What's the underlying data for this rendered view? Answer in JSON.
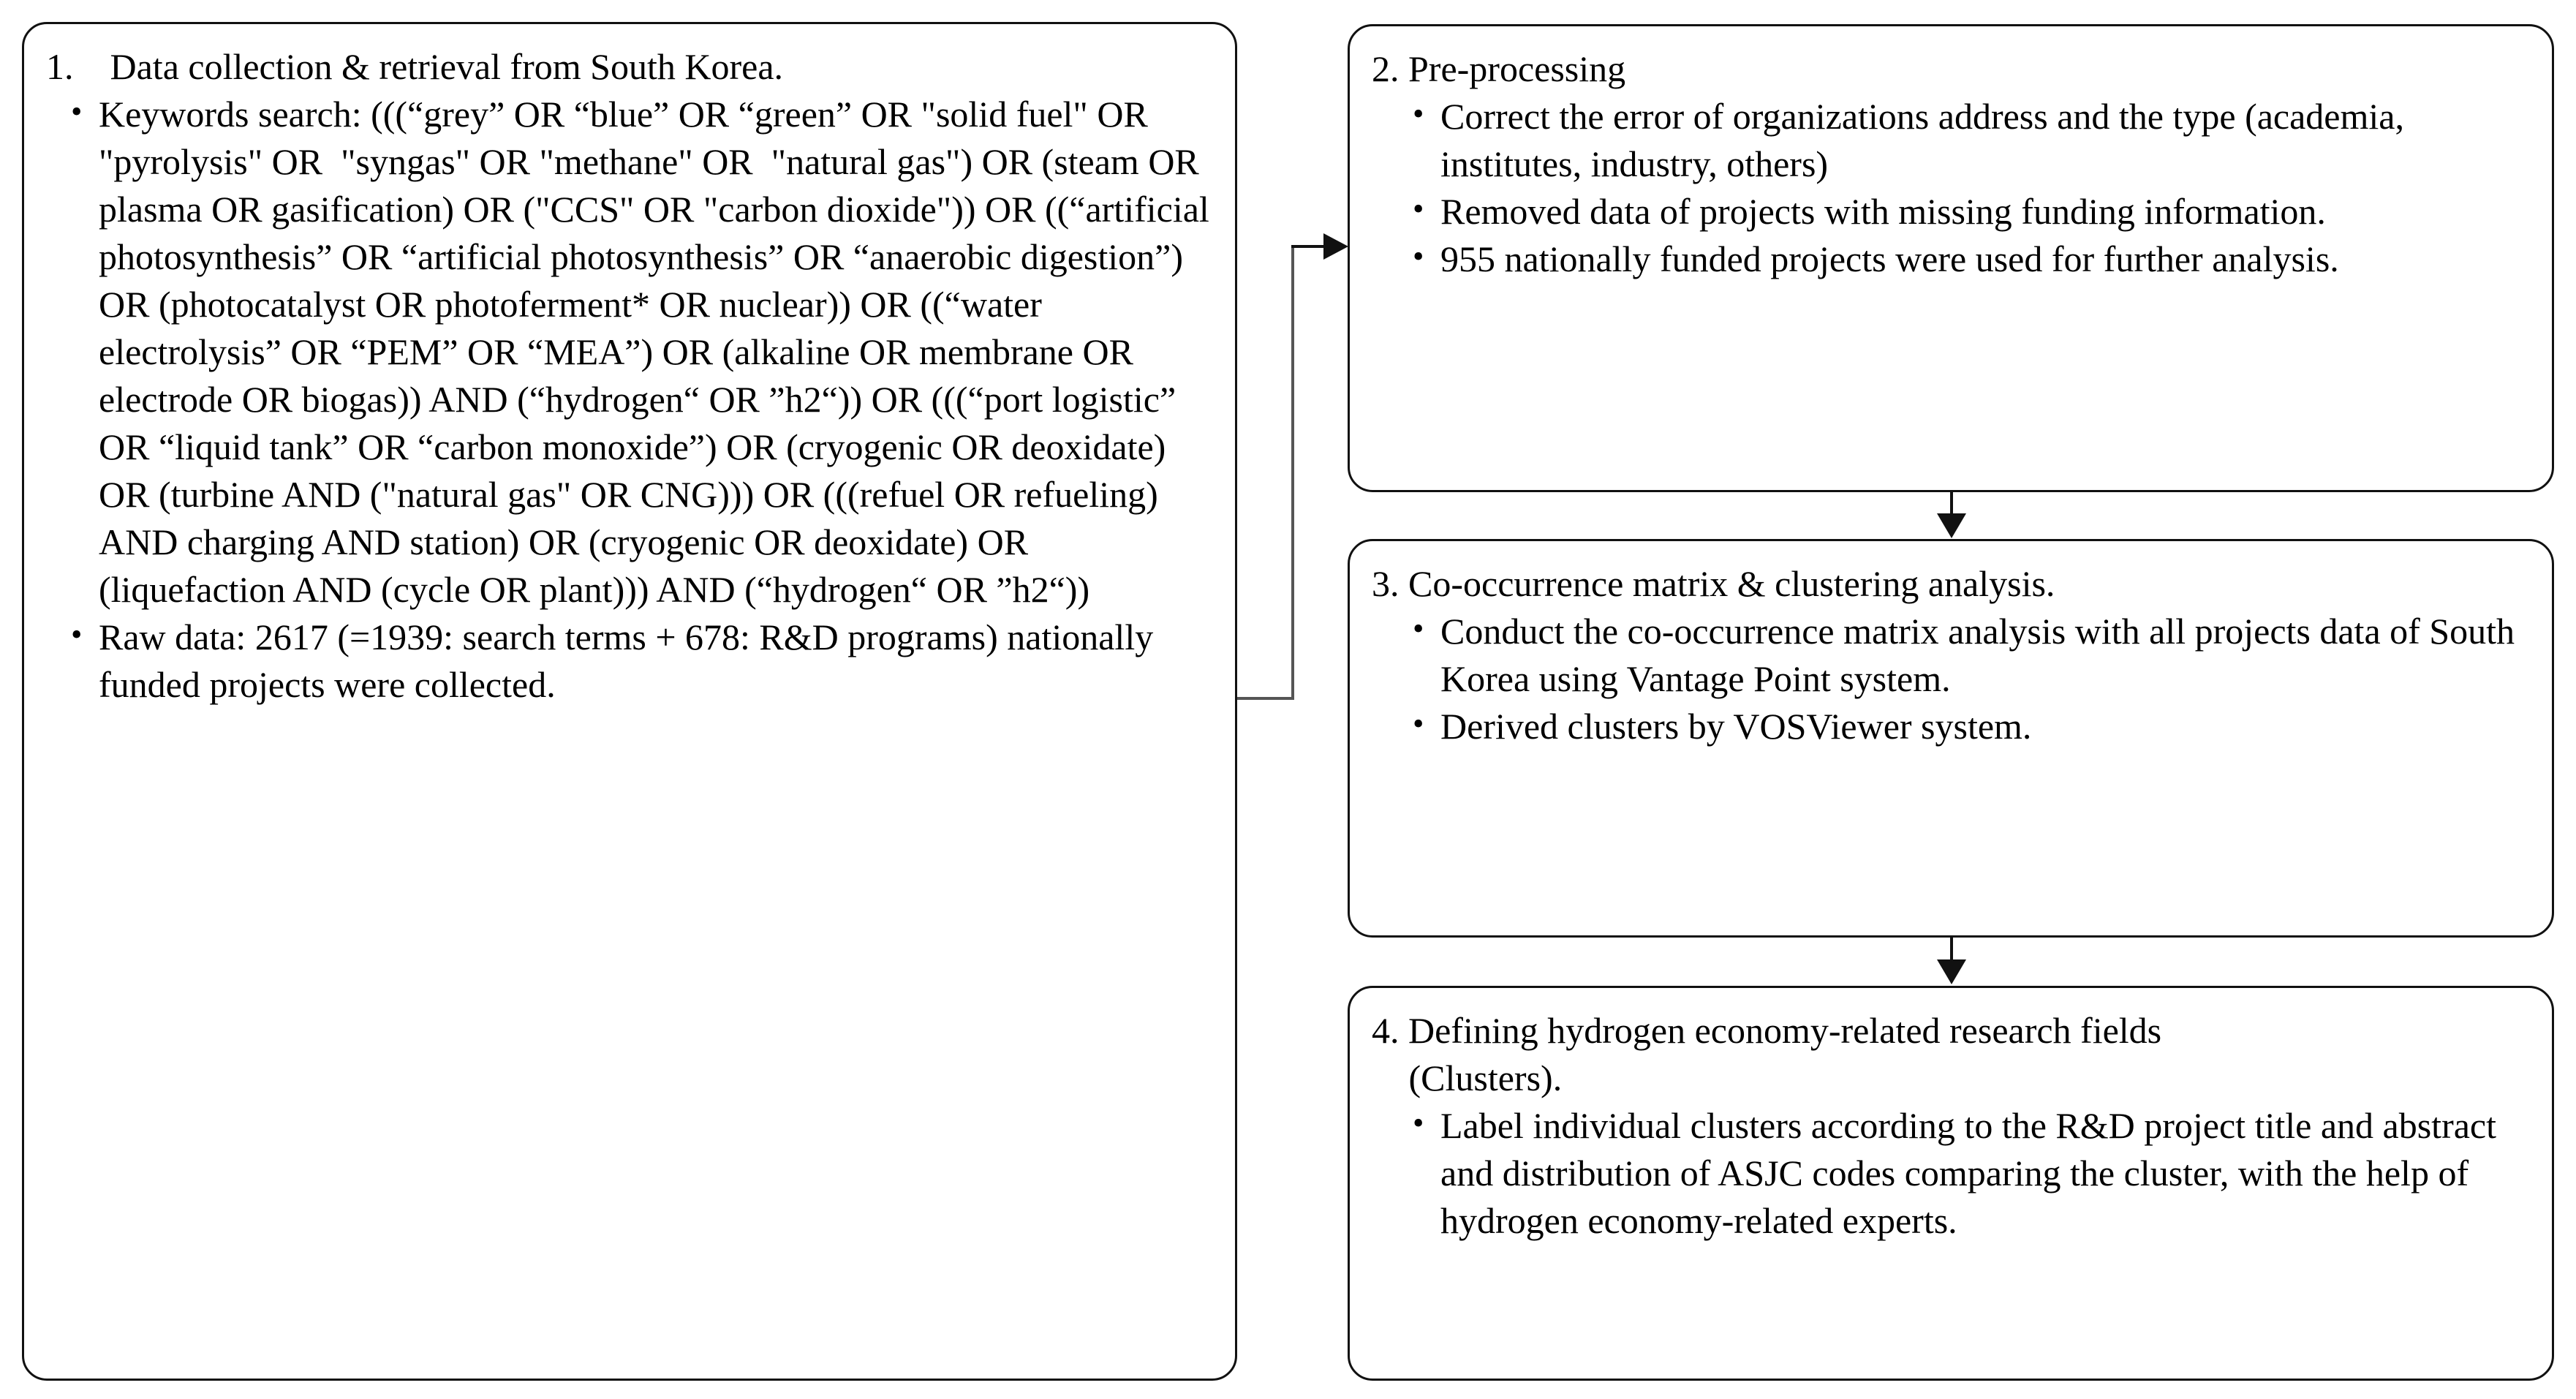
{
  "diagram": {
    "title": "Research methodology flowchart",
    "line_color": "#111111",
    "connector_color": "#555555",
    "background": "#ffffff"
  },
  "steps": [
    {
      "id": "step-1",
      "heading": "1. Data collection & retrieval from South Korea.",
      "bullets": [
        "Keywords search: (((“grey” OR “blue” OR “green” OR \"solid fuel\" OR \"pyrolysis\" OR  \"syngas\" OR \"methane\" OR  \"natural gas\") OR (steam OR plasma OR gasification) OR (\"CCS\" OR \"carbon dioxide\")) OR ((“artificial photosynthesis” OR “artificial photosynthesis” OR “anaerobic digestion”) OR (photocatalyst OR photoferment* OR nuclear)) OR ((“water electrolysis” OR “PEM” OR “MEA”) OR (alkaline OR membrane OR electrode OR biogas)) AND (“hydrogen“ OR ”h2“)) OR (((“port logistic” OR “liquid tank” OR “carbon monoxide”) OR (cryogenic OR deoxidate) OR (turbine AND (\"natural gas\" OR CNG))) OR (((refuel OR refueling) AND charging AND station) OR (cryogenic OR deoxidate) OR (liquefaction AND (cycle OR plant))) AND (“hydrogen“ OR ”h2“))",
        "Raw data: 2617 (=1939: search terms + 678: R&D programs) nationally funded projects were collected."
      ]
    },
    {
      "id": "step-2",
      "heading": "2. Pre-processing",
      "bullets": [
        "Correct the error of organizations address and the type (academia, institutes, industry, others)",
        "Removed data of projects with missing funding information.",
        "955 nationally funded projects were used for further analysis."
      ]
    },
    {
      "id": "step-3",
      "heading": "3. Co-occurrence matrix & clustering analysis.",
      "bullets": [
        "Conduct the co-occurrence matrix analysis with all projects data of South Korea using Vantage Point system.",
        "Derived clusters by VOSViewer system."
      ]
    },
    {
      "id": "step-4",
      "heading": "4. Defining hydrogen economy-related research fields\n (Clusters).",
      "bullets": [
        "Label individual clusters according to the R&D project title and abstract and distribution of ASJC codes comparing the cluster, with the help of hydrogen economy-related experts."
      ]
    }
  ],
  "connectors": [
    {
      "id": "connector-1-to-2",
      "from": "step-1",
      "to": "step-2",
      "shape": "elbow-right-up"
    },
    {
      "id": "connector-2-to-3",
      "from": "step-2",
      "to": "step-3",
      "shape": "straight-down"
    },
    {
      "id": "connector-3-to-4",
      "from": "step-3",
      "to": "step-4",
      "shape": "straight-down"
    }
  ]
}
